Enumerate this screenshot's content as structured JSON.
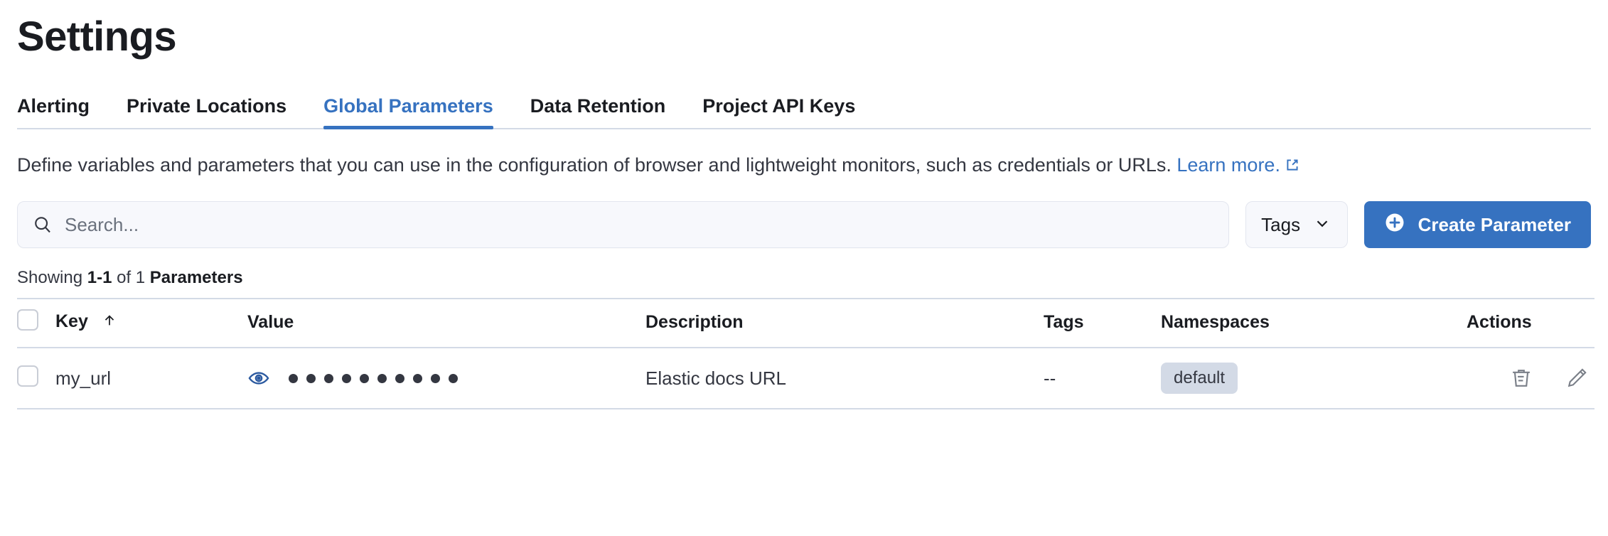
{
  "page": {
    "title": "Settings"
  },
  "tabs": [
    {
      "label": "Alerting",
      "active": false
    },
    {
      "label": "Private Locations",
      "active": false
    },
    {
      "label": "Global Parameters",
      "active": true
    },
    {
      "label": "Data Retention",
      "active": false
    },
    {
      "label": "Project API Keys",
      "active": false
    }
  ],
  "description": {
    "text": "Define variables and parameters that you can use in the configuration of browser and lightweight monitors, such as credentials or URLs. ",
    "link_label": "Learn more.",
    "link_icon": "external-link-icon"
  },
  "controls": {
    "search": {
      "icon": "search-icon",
      "placeholder": "Search...",
      "value": ""
    },
    "tags_select": {
      "label": "Tags",
      "icon": "chevron-down-icon"
    },
    "create_button": {
      "label": "Create Parameter",
      "icon": "plus-circle-icon",
      "color": "#3672c0"
    }
  },
  "showing": {
    "prefix": "Showing ",
    "range": "1-1",
    "middle": " of 1 ",
    "entity": "Parameters"
  },
  "table": {
    "columns": [
      {
        "key": "check",
        "label": ""
      },
      {
        "key": "key",
        "label": "Key",
        "sort": "asc",
        "sort_icon": "arrow-up-icon"
      },
      {
        "key": "value",
        "label": "Value"
      },
      {
        "key": "description",
        "label": "Description"
      },
      {
        "key": "tags",
        "label": "Tags"
      },
      {
        "key": "namespaces",
        "label": "Namespaces"
      },
      {
        "key": "actions",
        "label": "Actions"
      }
    ],
    "rows": [
      {
        "key": "my_url",
        "value_masked_dots": 10,
        "value_toggle_icon": "eye-icon",
        "description": "Elastic docs URL",
        "tags": "--",
        "namespaces": [
          "default"
        ],
        "actions": [
          "trash-icon",
          "pencil-icon"
        ]
      }
    ]
  },
  "colors": {
    "accent": "#3672c0",
    "border": "#d3dae6",
    "text": "#343741",
    "badge_bg": "#d3dae6"
  }
}
